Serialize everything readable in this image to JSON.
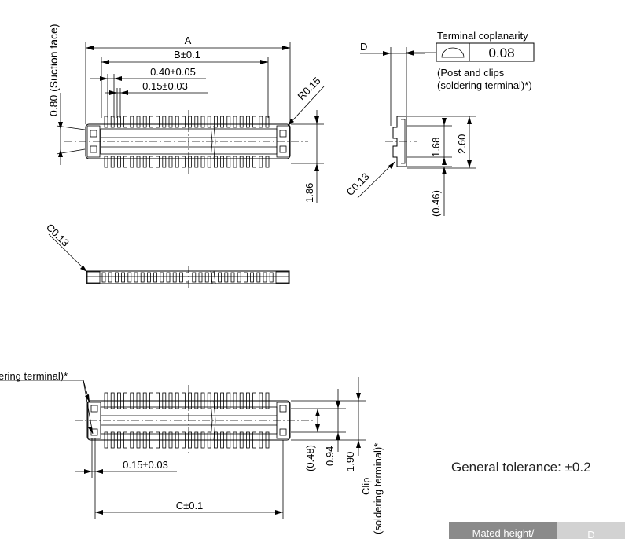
{
  "top_view": {
    "dim_a": "A",
    "dim_b": "B±0.1",
    "dim_pitch": "0.40±0.05",
    "dim_width": "0.15±0.03",
    "radius": "R0.15",
    "suction_face": "0.80 (Suction face)",
    "dim_186": "1.86"
  },
  "side_view": {
    "dim_d": "D",
    "coplanarity_title": "Terminal coplanarity",
    "coplanarity_value": "0.08",
    "coplanarity_note_1": "(Post and clips",
    "coplanarity_note_2": "(soldering terminal)*)",
    "dim_168": "1.68",
    "dim_260": "2.60",
    "chamfer": "C0.13",
    "dim_046": "(0.46)"
  },
  "front_view": {
    "chamfer": "C0.13"
  },
  "bottom_view": {
    "clip_label": "ering terminal)*",
    "dim_width": "0.15±0.03",
    "dim_c": "C±0.1",
    "dim_048": "(0.48)",
    "dim_094": "0.94",
    "dim_190": "1.90",
    "clip_1": "Clip",
    "clip_2": "(soldering terminal)*"
  },
  "general_tolerance": "General tolerance: ±0.2",
  "table_header": {
    "col1": "Mated height/",
    "col2": "D"
  }
}
